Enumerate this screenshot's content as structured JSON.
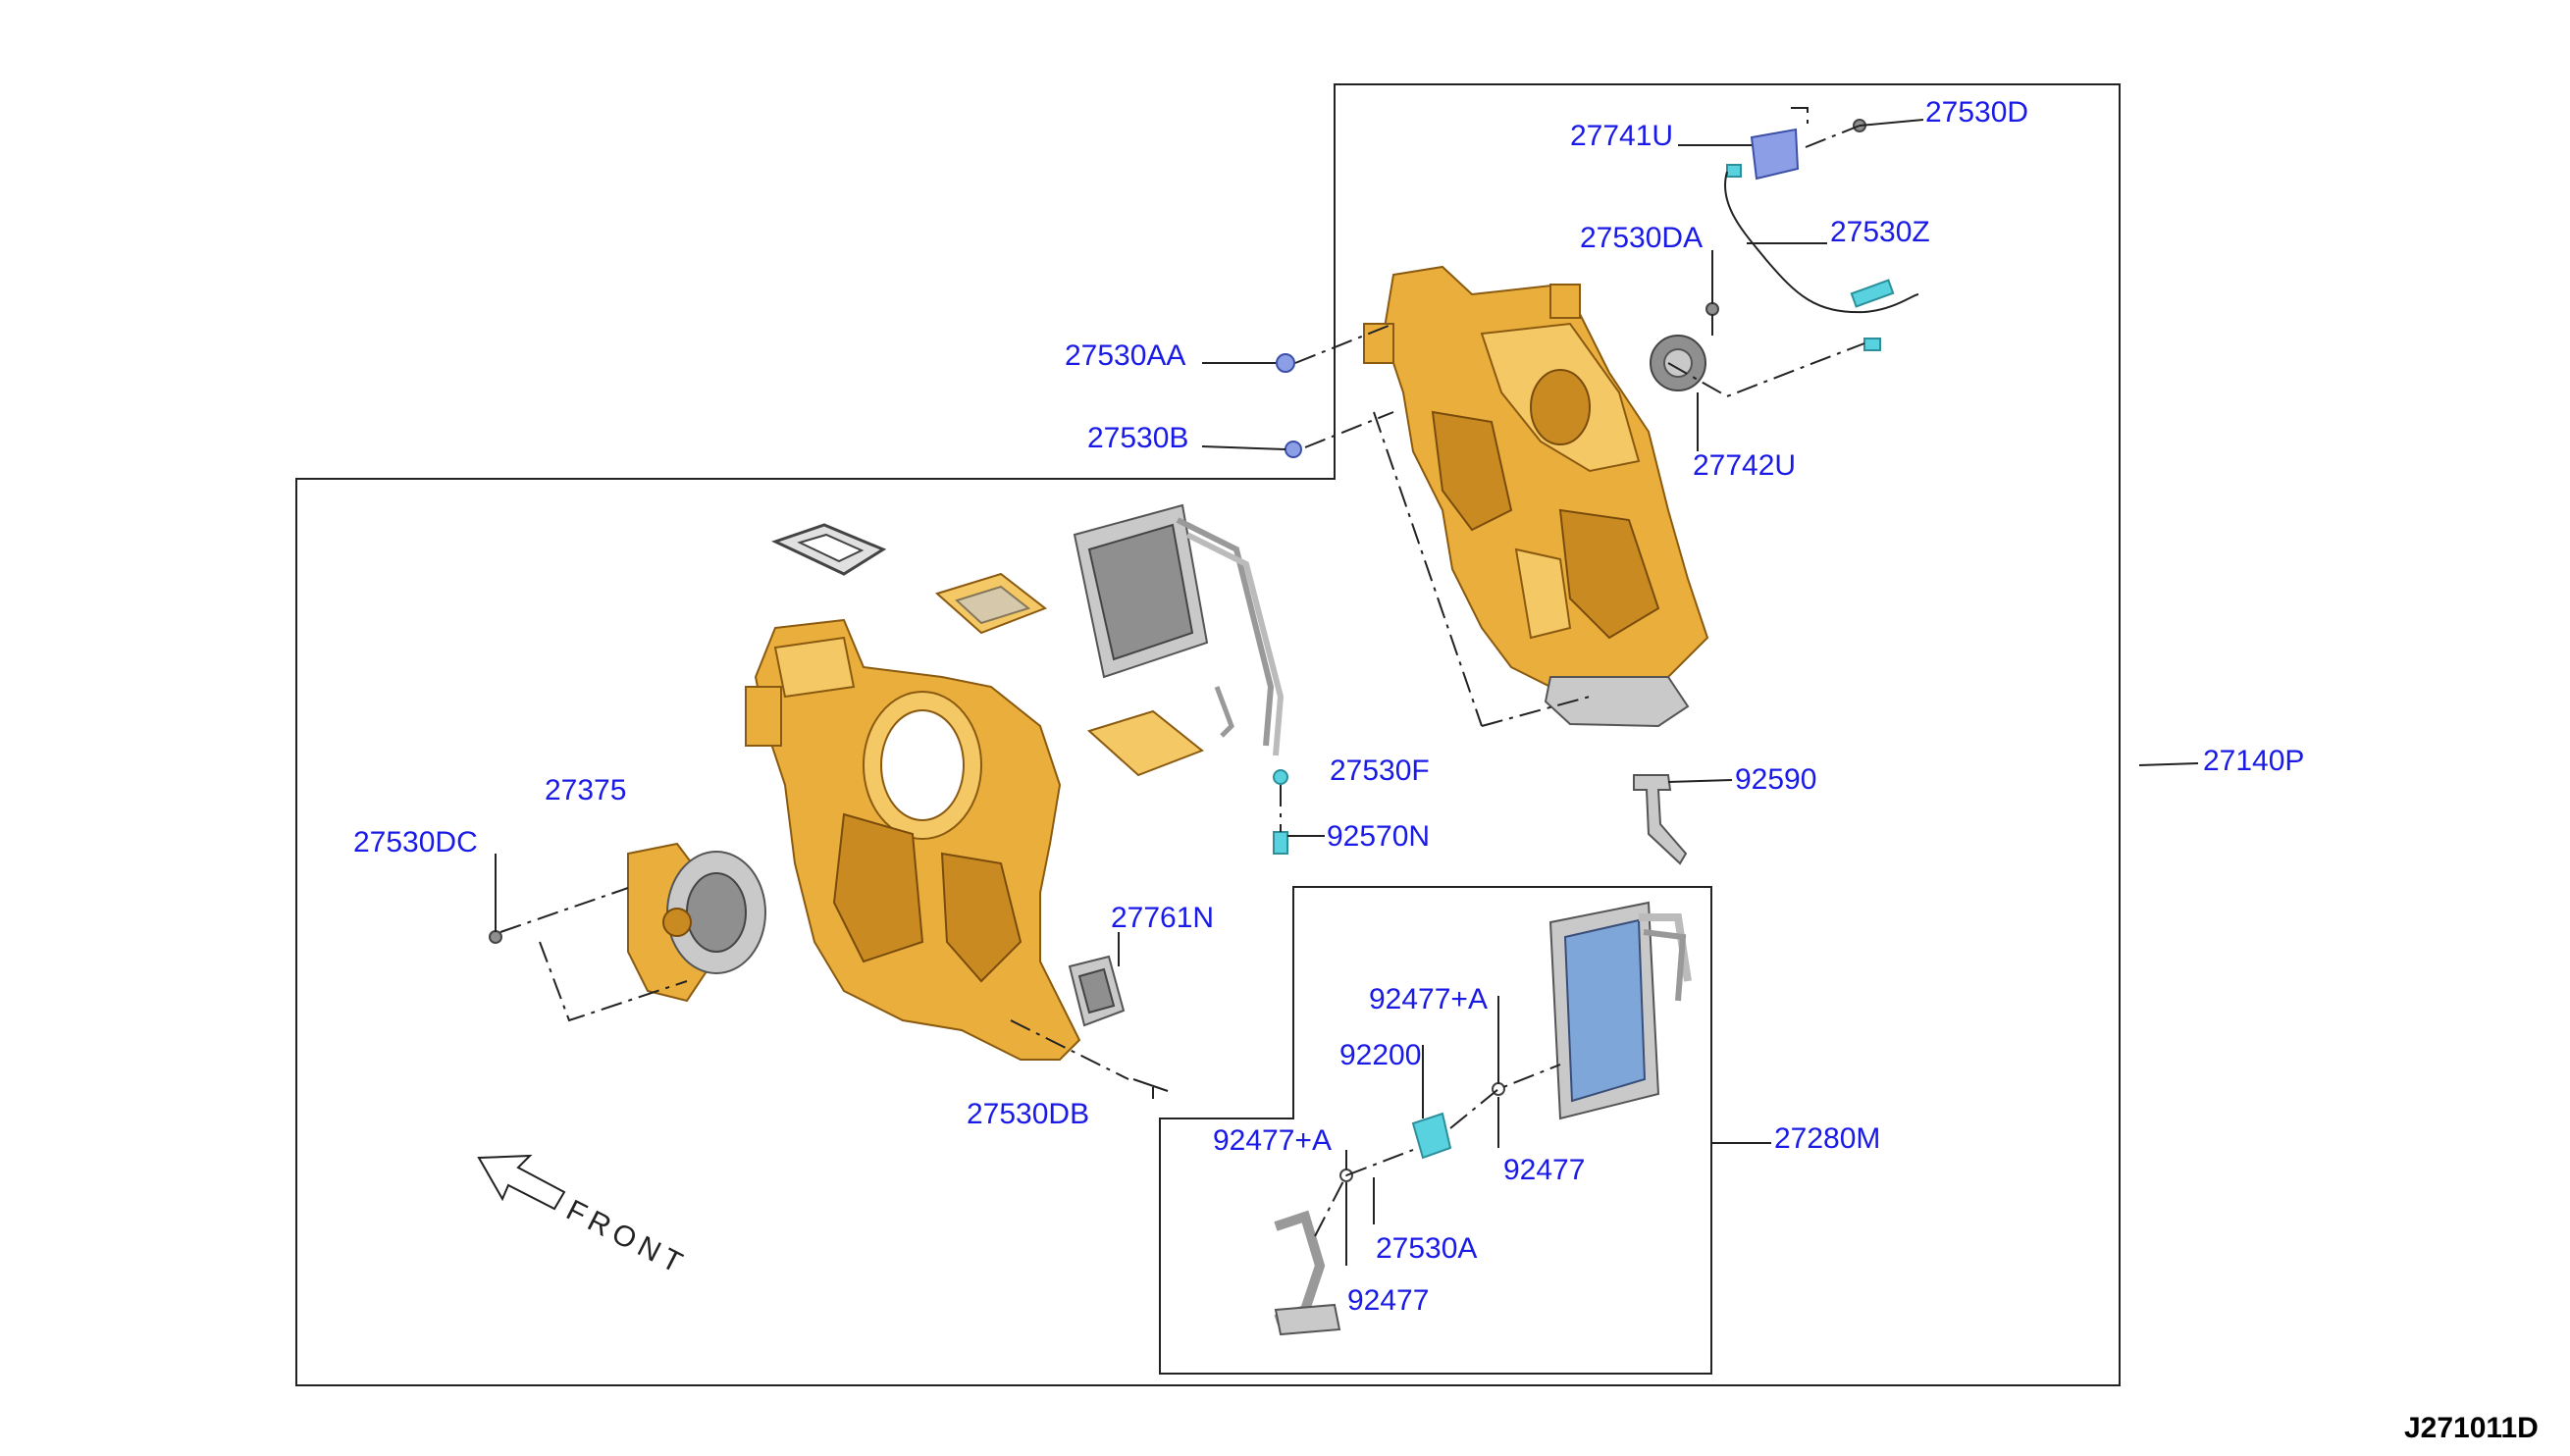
{
  "diagram_code": "J271011D",
  "front_text": "FRONT",
  "labels": {
    "p27741U": "27741U",
    "p27530D": "27530D",
    "p27530DA": "27530DA",
    "p27530Z": "27530Z",
    "p27530AA": "27530AA",
    "p27530B": "27530B",
    "p27742U": "27742U",
    "p27375": "27375",
    "p27530DC": "27530DC",
    "p27530F": "27530F",
    "p92570N": "92570N",
    "p92590": "92590",
    "p27140P": "27140P",
    "p27761N": "27761N",
    "p27530DB": "27530DB",
    "p92477A_top": "92477+A",
    "p92200": "92200",
    "p92477A_left": "92477+A",
    "p92477_right": "92477",
    "p27530A": "27530A",
    "p92477_bottom": "92477",
    "p27280M": "27280M"
  },
  "colors": {
    "label_blue": "#1a1ae6",
    "housing_amber": "#eaae3c",
    "connector_cyan": "#59d2e0",
    "actuator_blue": "#8c9fe6",
    "evaporator_blue": "#7fa6d8"
  }
}
